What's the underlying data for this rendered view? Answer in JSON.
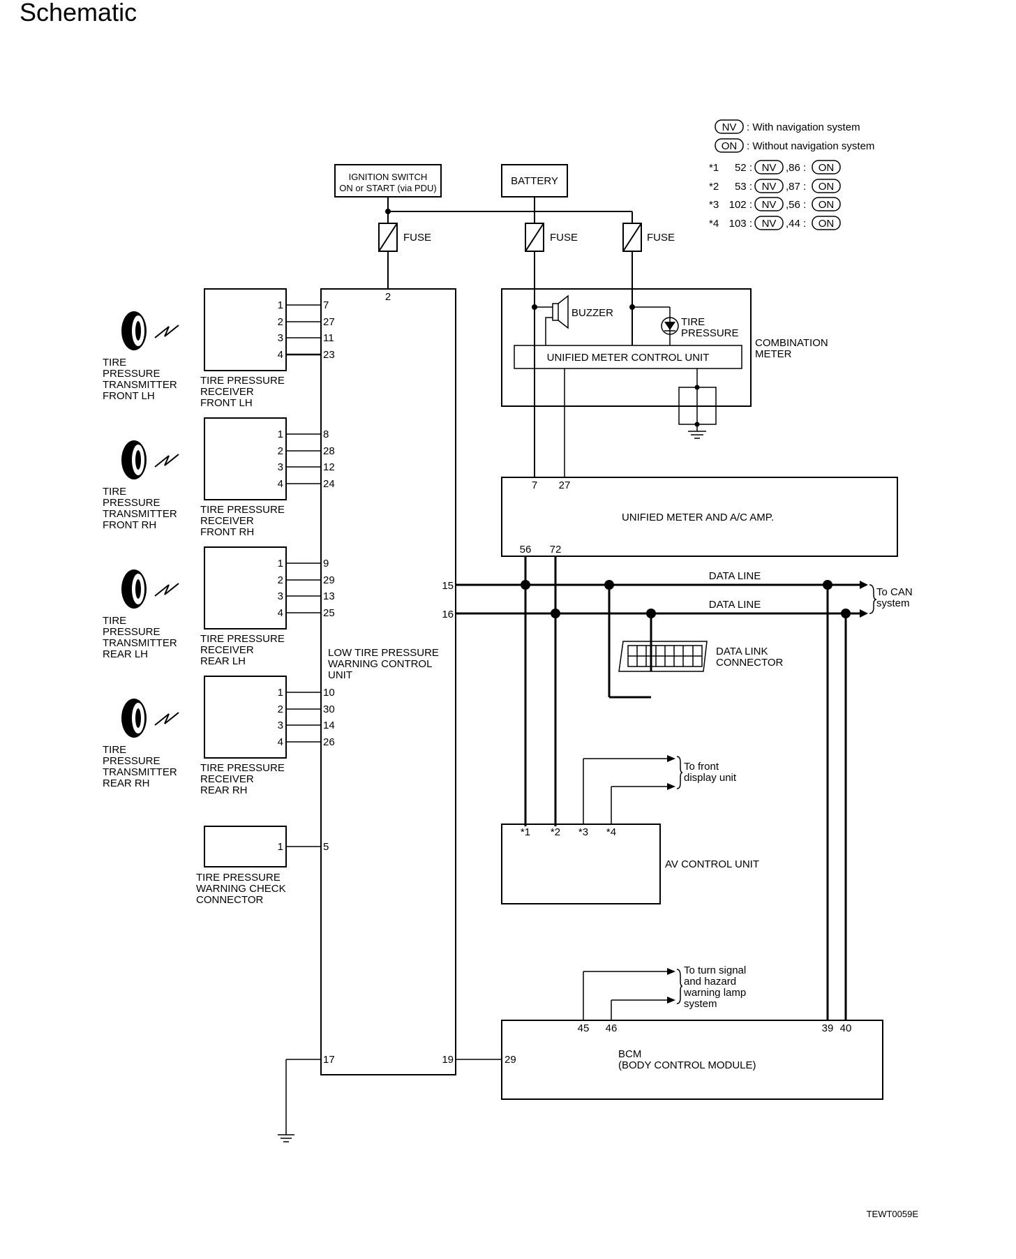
{
  "title": "Schematic",
  "footer_code": "TEWT0059E",
  "legend": {
    "nv_tag": "NV",
    "nv_text": ": With navigation system",
    "on_tag": "ON",
    "on_text": ": Without navigation system",
    "rows": [
      {
        "mark": "*1",
        "nv_pin": "52 :",
        "on_pin": ",86 :"
      },
      {
        "mark": "*2",
        "nv_pin": "53 :",
        "on_pin": ",87 :"
      },
      {
        "mark": "*3",
        "nv_pin": "102 :",
        "on_pin": ",56 :"
      },
      {
        "mark": "*4",
        "nv_pin": "103 :",
        "on_pin": ",44 :"
      }
    ]
  },
  "power": {
    "ignition": [
      "IGNITION SWITCH",
      "ON or START (via PDU)"
    ],
    "battery": "BATTERY",
    "fuse": "FUSE"
  },
  "transmitters": [
    [
      "TIRE",
      "PRESSURE",
      "TRANSMITTER",
      "FRONT LH"
    ],
    [
      "TIRE",
      "PRESSURE",
      "TRANSMITTER",
      "FRONT RH"
    ],
    [
      "TIRE",
      "PRESSURE",
      "TRANSMITTER",
      "REAR LH"
    ],
    [
      "TIRE",
      "PRESSURE",
      "TRANSMITTER",
      "REAR RH"
    ]
  ],
  "receivers": [
    {
      "label": [
        "TIRE PRESSURE",
        "RECEIVER",
        "FRONT LH"
      ],
      "pins": [
        "1",
        "2",
        "3",
        "4"
      ],
      "unit_pins": [
        "7",
        "27",
        "11",
        "23"
      ]
    },
    {
      "label": [
        "TIRE PRESSURE",
        "RECEIVER",
        "FRONT RH"
      ],
      "pins": [
        "1",
        "2",
        "3",
        "4"
      ],
      "unit_pins": [
        "8",
        "28",
        "12",
        "24"
      ]
    },
    {
      "label": [
        "TIRE PRESSURE",
        "RECEIVER",
        "REAR LH"
      ],
      "pins": [
        "1",
        "2",
        "3",
        "4"
      ],
      "unit_pins": [
        "9",
        "29",
        "13",
        "25"
      ]
    },
    {
      "label": [
        "TIRE PRESSURE",
        "RECEIVER",
        "REAR RH"
      ],
      "pins": [
        "1",
        "2",
        "3",
        "4"
      ],
      "unit_pins": [
        "10",
        "30",
        "14",
        "26"
      ]
    }
  ],
  "check_connector": {
    "label": [
      "TIRE PRESSURE",
      "WARNING CHECK",
      "CONNECTOR"
    ],
    "pin": "1",
    "unit_pin": "5"
  },
  "control_unit": {
    "label": [
      "LOW TIRE PRESSURE",
      "WARNING CONTROL",
      "UNIT"
    ],
    "pin_power": "2",
    "pin_can_h": "15",
    "pin_can_l": "16",
    "pin_ground": "17",
    "pin_bcm": "19"
  },
  "combination_meter": {
    "label": [
      "COMBINATION",
      "METER"
    ],
    "buzzer": "BUZZER",
    "tire_pressure": [
      "TIRE",
      "PRESSURE"
    ],
    "unified": "UNIFIED METER CONTROL UNIT"
  },
  "amp": {
    "label": "UNIFIED METER AND A/C AMP.",
    "pins_top": [
      "7",
      "27"
    ],
    "pins_bottom": [
      "56",
      "72"
    ]
  },
  "data_lines": {
    "line1": "DATA LINE",
    "line2": "DATA LINE",
    "to_can": [
      "To CAN",
      "system"
    ]
  },
  "dlc": [
    "DATA LINK",
    "CONNECTOR"
  ],
  "av": {
    "label": "AV CONTROL UNIT",
    "pins": [
      "*1",
      "*2",
      "*3",
      "*4"
    ],
    "to_front": [
      "To front",
      "display unit"
    ]
  },
  "bcm": {
    "label": [
      "BCM",
      "(BODY CONTROL MODULE)"
    ],
    "pin_left": "29",
    "pins_top_left": [
      "45",
      "46"
    ],
    "pins_top_right": [
      "39",
      "40"
    ],
    "to_turn": [
      "To turn signal",
      "and hazard",
      "warning lamp",
      "system"
    ]
  }
}
